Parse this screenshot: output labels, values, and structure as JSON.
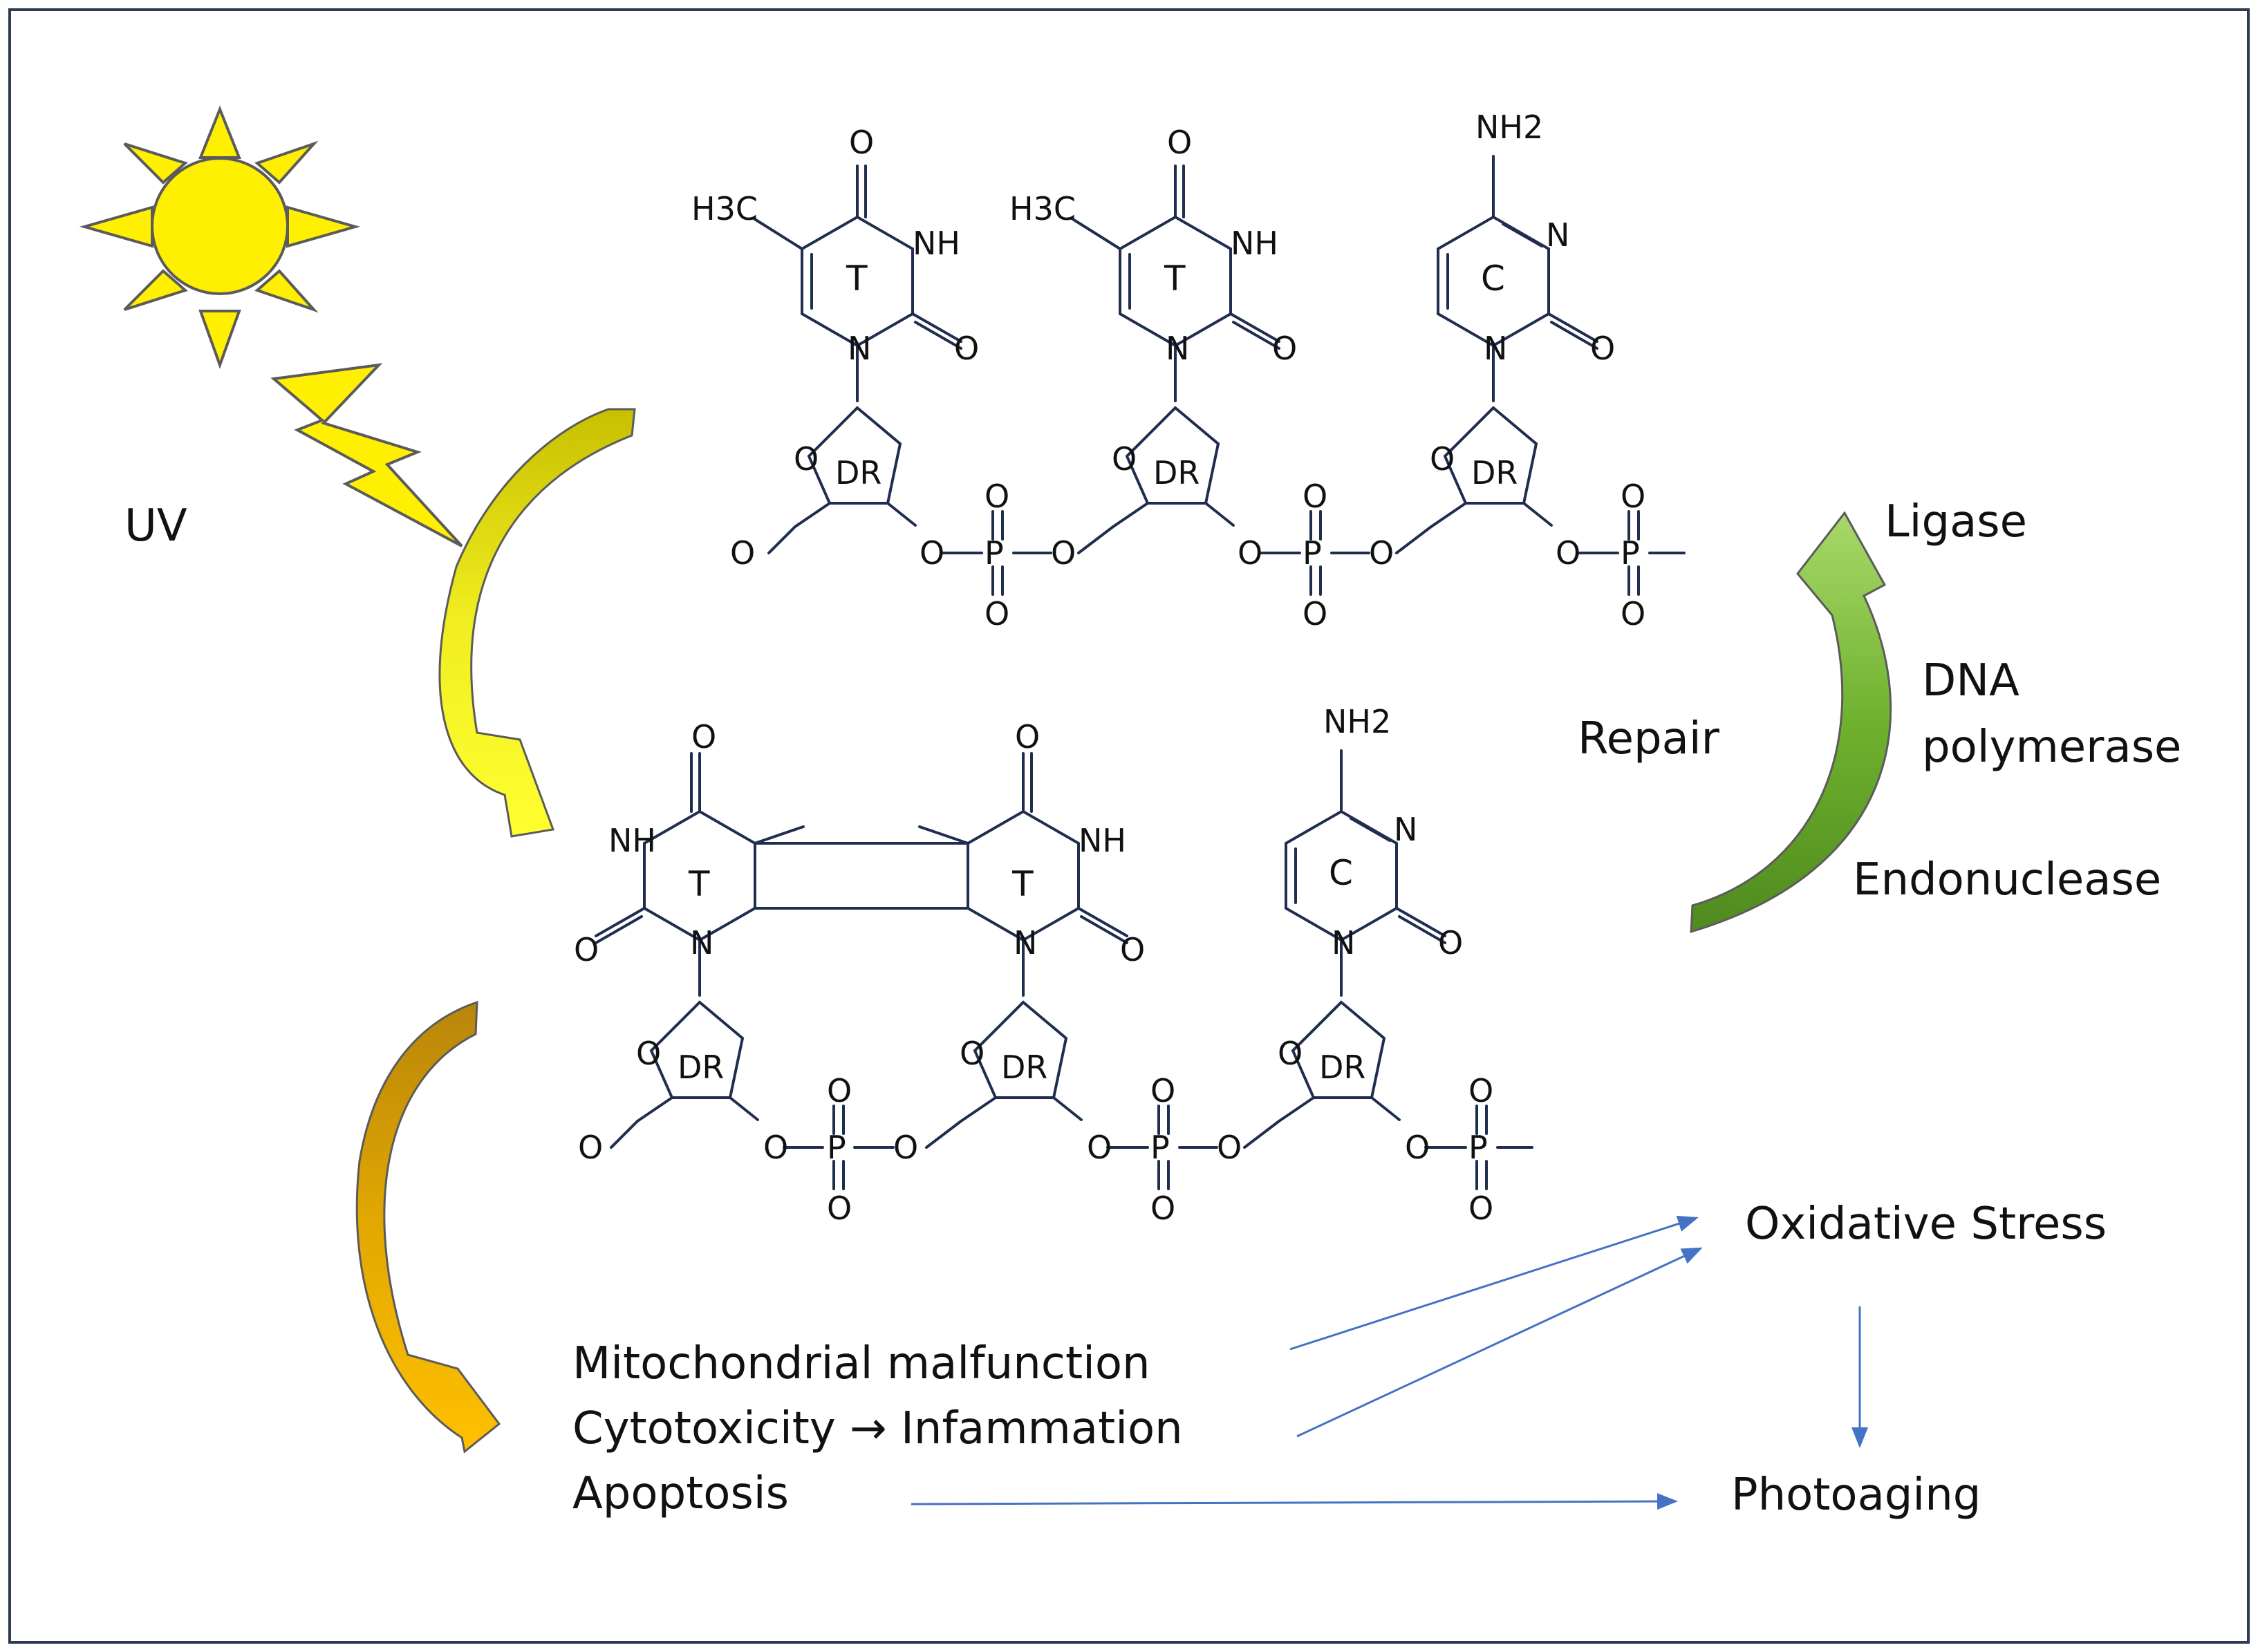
{
  "labels": {
    "uv": "UV",
    "repair": "Repair",
    "ligase": "Ligase",
    "dna_polymerase_1": "DNA",
    "dna_polymerase_2": "polymerase",
    "endonuclease": "Endonuclease",
    "oxidative_stress": "Oxidative Stress",
    "photoaging": "Photoaging",
    "effect_1": "Mitochondrial malfunction",
    "effect_2": "Cytotoxicity → Infammation",
    "effect_3": "Apoptosis"
  },
  "strand_top": {
    "bases": [
      "T",
      "T",
      "C"
    ],
    "sugar": "DR",
    "atoms": {
      "O": "O",
      "N": "N",
      "NH": "NH",
      "P": "P",
      "methyl": "H3C",
      "amine": "NH2"
    }
  },
  "strand_bottom": {
    "bases": [
      "T",
      "T",
      "C"
    ],
    "sugar": "DR"
  },
  "colors": {
    "sun": "#FFEF00",
    "sun_outline": "#5b5b5b",
    "uv_arrow": "#E8E000",
    "damage_arrow": "#D7A000",
    "repair_arrow": "#6BAF2E",
    "flow_arrow": "#4472C4",
    "bond": "#1F2D4E",
    "frame": "#2F3B52"
  }
}
